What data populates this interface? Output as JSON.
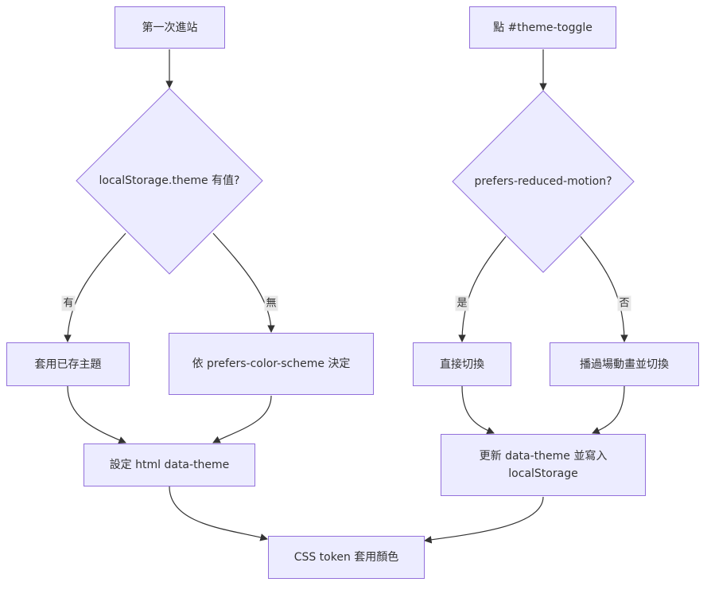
{
  "nodes": {
    "first_visit": "第一次進站",
    "check_storage": "localStorage.theme 有值?",
    "apply_saved": "套用已存主題",
    "use_prefers": "依 prefers-color-scheme 決定",
    "set_data_theme": "設定 html data-theme",
    "click_toggle": "點 #theme-toggle",
    "check_motion": "prefers-reduced-motion?",
    "switch_direct": "直接切換",
    "switch_animated": "播過場動畫並切換",
    "update_theme": "更新 data-theme 並寫入 localStorage",
    "css_tokens": "CSS token 套用顏色"
  },
  "edge_labels": {
    "has": "有",
    "none": "無",
    "yes": "是",
    "no": "否"
  },
  "colors": {
    "node_fill": "#ececff",
    "node_stroke": "#9370db",
    "edge": "#333333",
    "label_bg": "#e8e8e8"
  }
}
